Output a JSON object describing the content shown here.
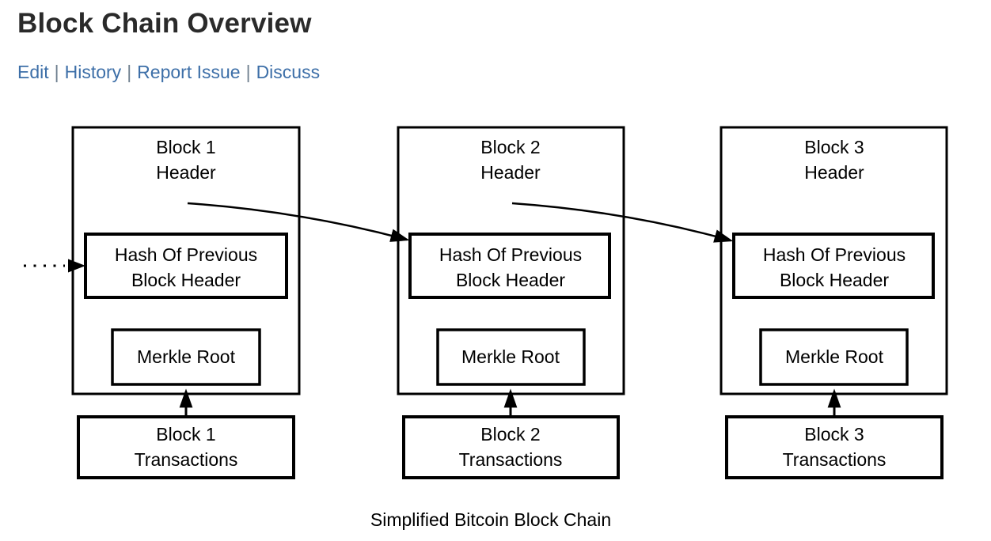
{
  "header": {
    "title": "Block Chain Overview",
    "links": [
      "Edit",
      "History",
      "Report Issue",
      "Discuss"
    ],
    "separator": "|"
  },
  "diagram": {
    "blocks": [
      {
        "header": [
          "Block 1",
          "Header"
        ],
        "hash": [
          "Hash Of Previous",
          "Block Header"
        ],
        "merkle": "Merkle Root",
        "transactions": [
          "Block 1",
          "Transactions"
        ]
      },
      {
        "header": [
          "Block 2",
          "Header"
        ],
        "hash": [
          "Hash Of Previous",
          "Block Header"
        ],
        "merkle": "Merkle Root",
        "transactions": [
          "Block 2",
          "Transactions"
        ]
      },
      {
        "header": [
          "Block 3",
          "Header"
        ],
        "hash": [
          "Hash Of Previous",
          "Block Header"
        ],
        "merkle": "Merkle Root",
        "transactions": [
          "Block 3",
          "Transactions"
        ]
      }
    ],
    "caption": "Simplified Bitcoin Block Chain"
  },
  "colors": {
    "title": "#2a2a2a",
    "link": "#3d6fa8",
    "separator": "#708090",
    "diagram_line": "#000000"
  }
}
